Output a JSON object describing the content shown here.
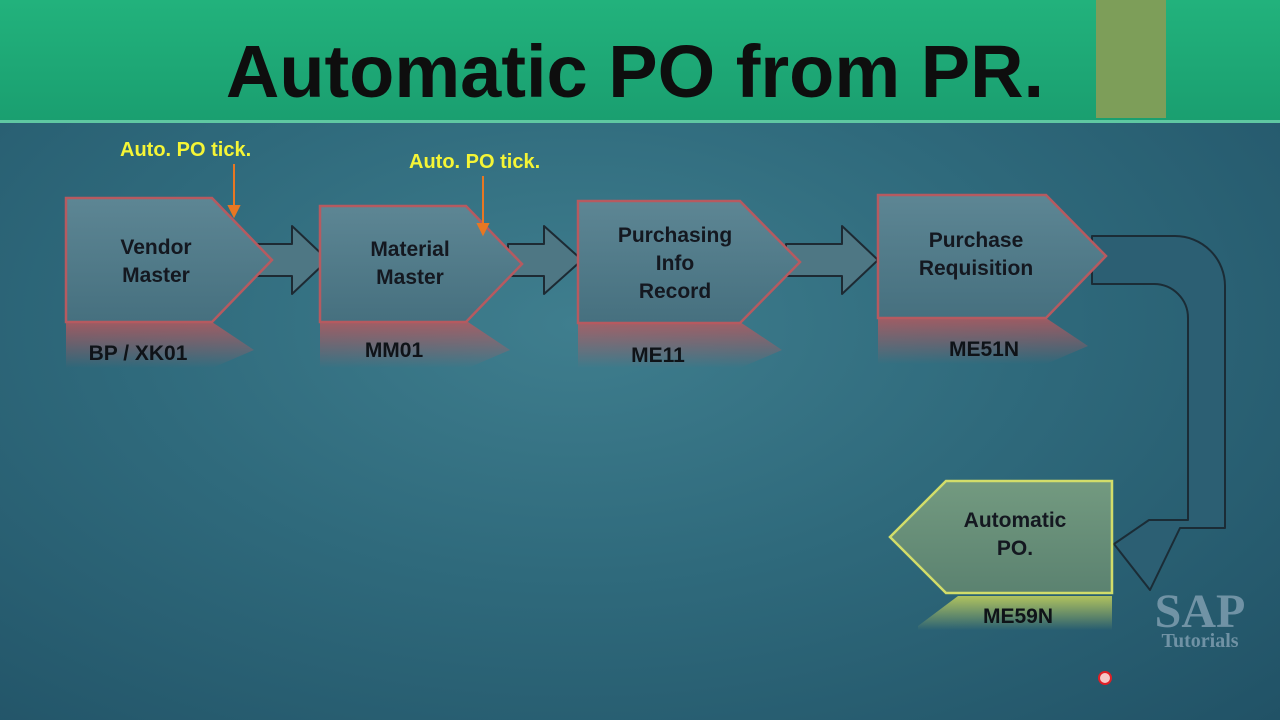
{
  "title": "Automatic PO from PR.",
  "annotations": [
    "Auto. PO tick.",
    "Auto. PO tick."
  ],
  "steps": [
    {
      "lines": [
        "Vendor",
        "Master"
      ],
      "tcode": "BP / XK01"
    },
    {
      "lines": [
        "Material",
        "Master"
      ],
      "tcode": "MM01"
    },
    {
      "lines": [
        "Purchasing",
        "Info",
        "Record"
      ],
      "tcode": "ME11"
    },
    {
      "lines": [
        "Purchase",
        "Requisition"
      ],
      "tcode": "ME51N"
    }
  ],
  "result": {
    "lines": [
      "Automatic",
      "PO."
    ],
    "tcode": "ME59N"
  },
  "watermark": {
    "main": "SAP",
    "sub": "Tutorials"
  },
  "colors": {
    "header": "#1fa874",
    "accent": "#7d9e59",
    "step_box": "#527985",
    "result_box": "#6a8e78",
    "annotation": "#f5f536",
    "annotation_arrow": "#e87722"
  }
}
